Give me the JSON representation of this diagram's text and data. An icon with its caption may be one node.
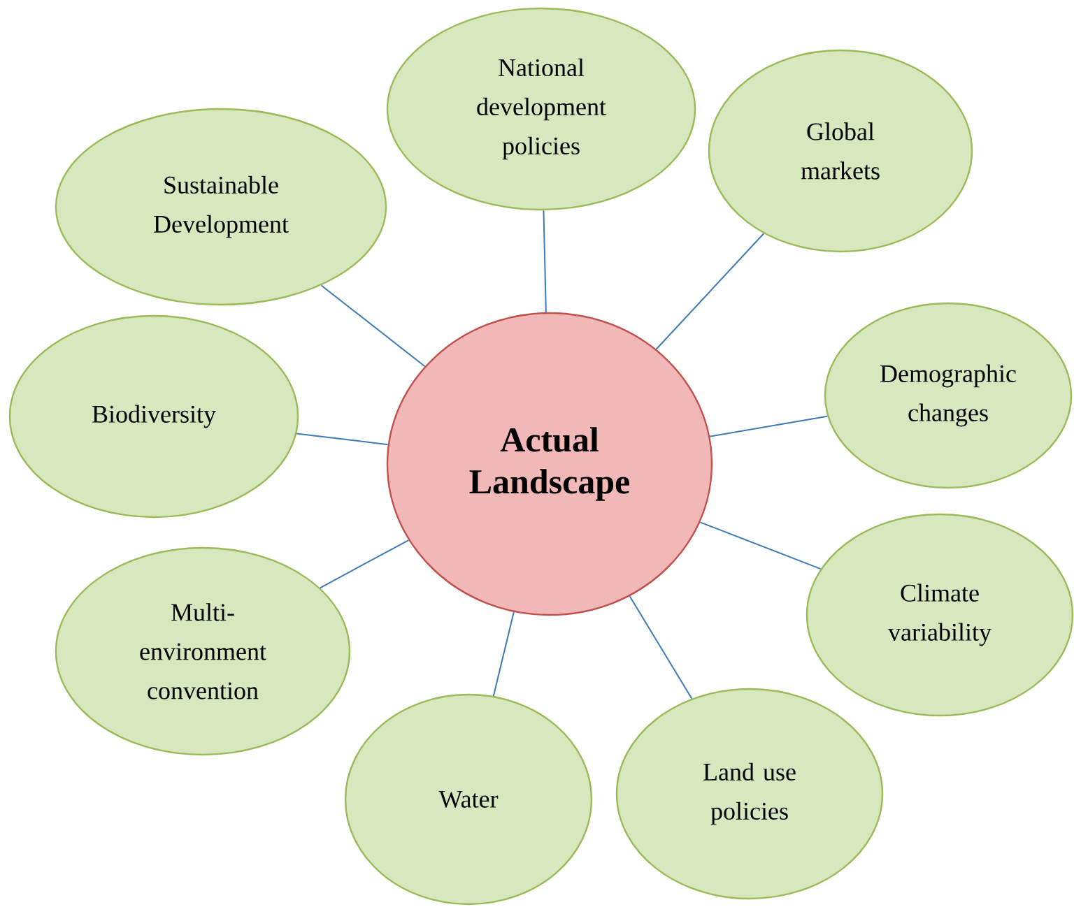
{
  "diagram": {
    "nodes": [
      {
        "text": [
          "Actual Landscape"
        ]
      },
      {
        "text": [
          "Sustainable Development"
        ]
      },
      {
        "text": [
          "National development policies"
        ]
      },
      {
        "text": [
          "Global markets"
        ]
      },
      {
        "text": [
          "Demographic changes"
        ]
      },
      {
        "text": [
          "Biodiversity"
        ]
      },
      {
        "text": [
          "Climate variability"
        ]
      },
      {
        "text": [
          "Multi- environment convention"
        ]
      },
      {
        "text": [
          "Water"
        ]
      },
      {
        "text": [
          "Land use policies"
        ]
      }
    ],
    "edges": [
      {
        "from": 0,
        "to": 1,
        "arrow": "none"
      },
      {
        "from": 0,
        "to": 2,
        "arrow": "none"
      },
      {
        "from": 0,
        "to": 3,
        "arrow": "none"
      },
      {
        "from": 0,
        "to": 4,
        "arrow": "none"
      },
      {
        "from": 0,
        "to": 5,
        "arrow": "none"
      },
      {
        "from": 0,
        "to": 6,
        "arrow": "none"
      },
      {
        "from": 0,
        "to": 7,
        "arrow": "none"
      },
      {
        "from": 0,
        "to": 8,
        "arrow": "none"
      },
      {
        "from": 0,
        "to": 9,
        "arrow": "none"
      }
    ]
  }
}
